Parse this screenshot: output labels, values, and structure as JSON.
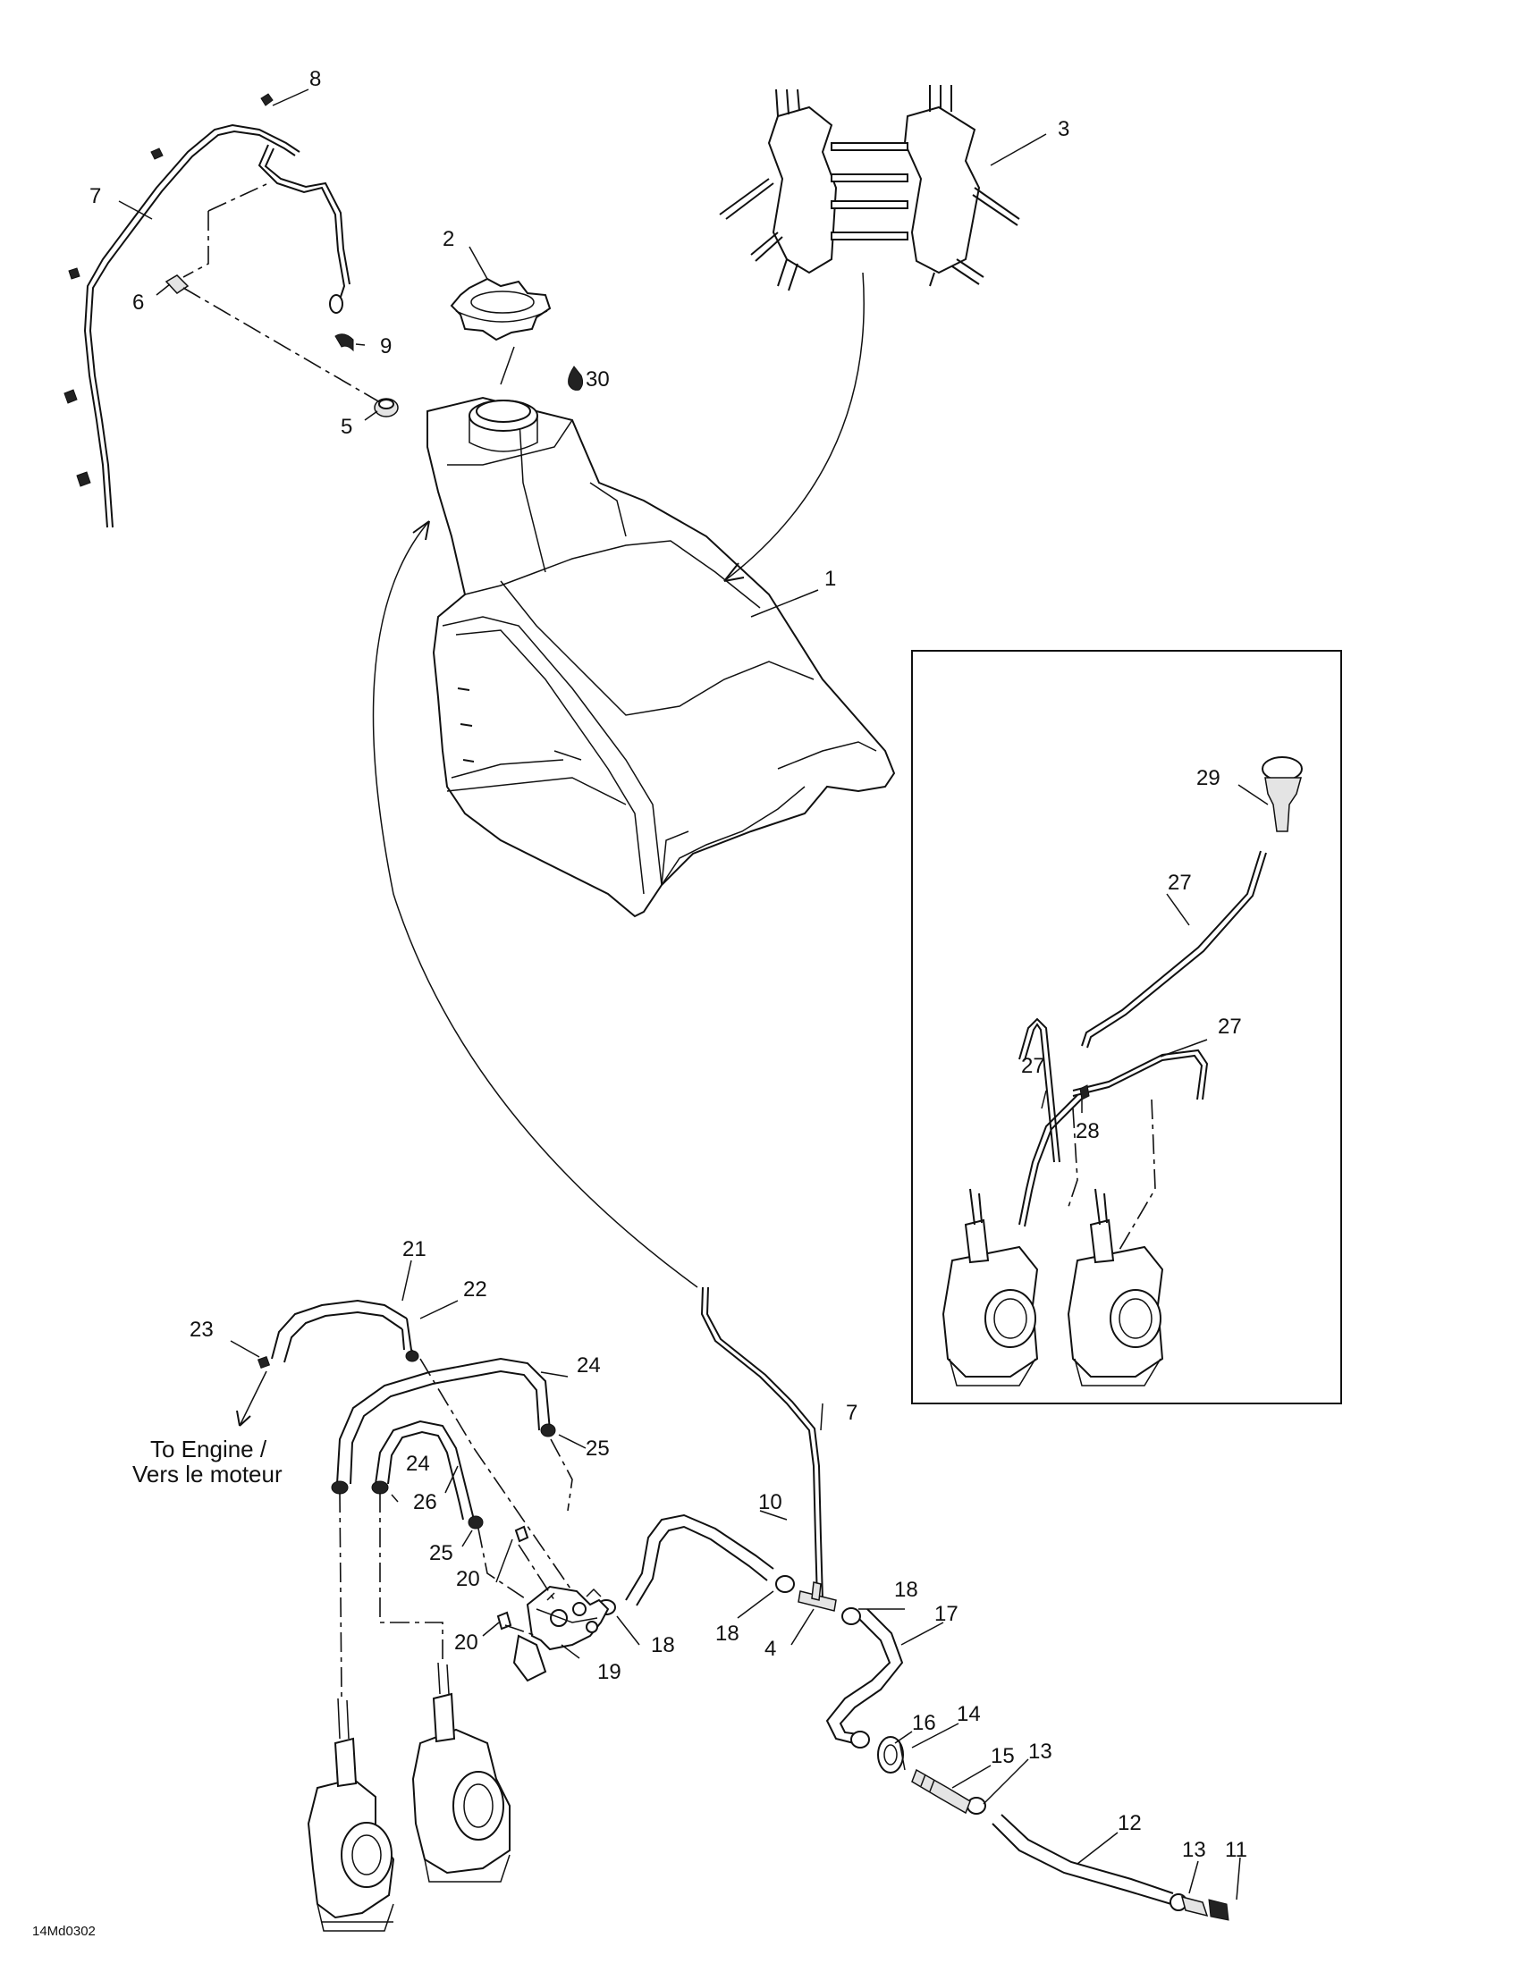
{
  "labels": [
    {
      "id": "p1",
      "text": "1"
    },
    {
      "id": "p2",
      "text": "2"
    },
    {
      "id": "p3",
      "text": "3"
    },
    {
      "id": "p4",
      "text": "4"
    },
    {
      "id": "p5",
      "text": "5"
    },
    {
      "id": "p6",
      "text": "6"
    },
    {
      "id": "p7a",
      "text": "7"
    },
    {
      "id": "p7b",
      "text": "7"
    },
    {
      "id": "p8",
      "text": "8"
    },
    {
      "id": "p9",
      "text": "9"
    },
    {
      "id": "p10",
      "text": "10"
    },
    {
      "id": "p11",
      "text": "11"
    },
    {
      "id": "p12",
      "text": "12"
    },
    {
      "id": "p13a",
      "text": "13"
    },
    {
      "id": "p13b",
      "text": "13"
    },
    {
      "id": "p14",
      "text": "14"
    },
    {
      "id": "p15",
      "text": "15"
    },
    {
      "id": "p16",
      "text": "16"
    },
    {
      "id": "p17",
      "text": "17"
    },
    {
      "id": "p18a",
      "text": "18"
    },
    {
      "id": "p18b",
      "text": "18"
    },
    {
      "id": "p18c",
      "text": "18"
    },
    {
      "id": "p19",
      "text": "19"
    },
    {
      "id": "p20a",
      "text": "20"
    },
    {
      "id": "p20b",
      "text": "20"
    },
    {
      "id": "p21",
      "text": "21"
    },
    {
      "id": "p22",
      "text": "22"
    },
    {
      "id": "p23",
      "text": "23"
    },
    {
      "id": "p24a",
      "text": "24"
    },
    {
      "id": "p24b",
      "text": "24"
    },
    {
      "id": "p25a",
      "text": "25"
    },
    {
      "id": "p25b",
      "text": "25"
    },
    {
      "id": "p26",
      "text": "26"
    },
    {
      "id": "p27a",
      "text": "27"
    },
    {
      "id": "p27b",
      "text": "27"
    },
    {
      "id": "p27c",
      "text": "27"
    },
    {
      "id": "p28",
      "text": "28"
    },
    {
      "id": "p29",
      "text": "29"
    },
    {
      "id": "p30",
      "text": "30"
    }
  ],
  "note": {
    "line1": "To Engine /",
    "line2": "Vers le moteur"
  },
  "drawing_code": "14Md0302"
}
